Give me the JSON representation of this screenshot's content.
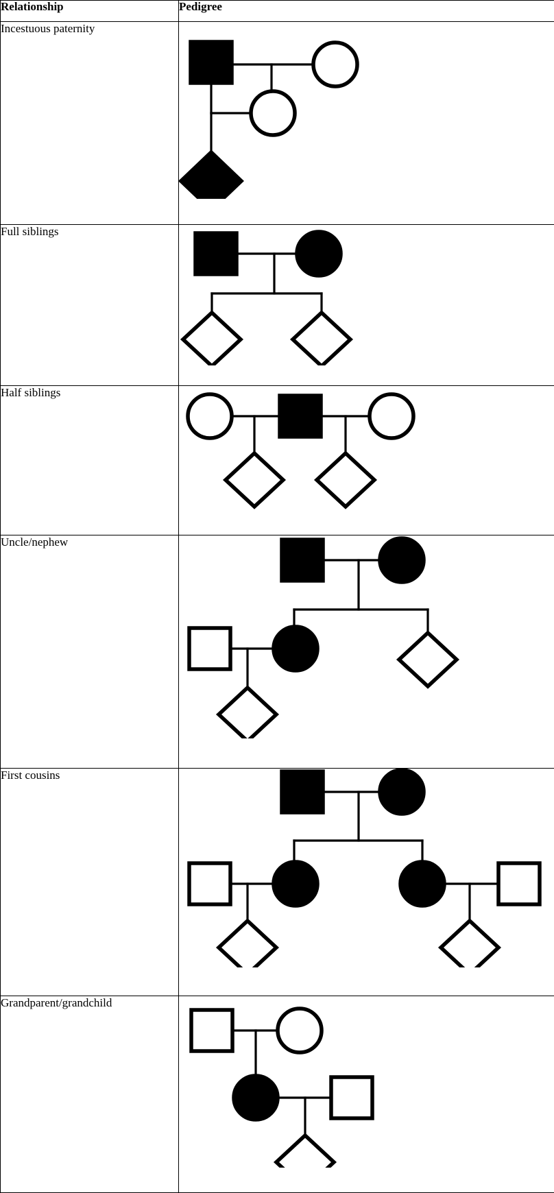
{
  "table": {
    "columns": [
      {
        "key": "relationship",
        "label": "Relationship"
      },
      {
        "key": "pedigree",
        "label": "Pedigree"
      }
    ],
    "rows": [
      {
        "relationship": "Incestuous paternity",
        "pedigree_id": "incestuous-paternity-pedigree"
      },
      {
        "relationship": "Full siblings",
        "pedigree_id": "full-siblings-pedigree"
      },
      {
        "relationship": "Half siblings",
        "pedigree_id": "half-siblings-pedigree"
      },
      {
        "relationship": "Uncle/nephew",
        "pedigree_id": "uncle-nephew-pedigree"
      },
      {
        "relationship": "First cousins",
        "pedigree_id": "first-cousins-pedigree"
      },
      {
        "relationship": "Grandparent/grandchild",
        "pedigree_id": "grandparent-grandchild-pedigree"
      }
    ]
  },
  "legend": {
    "square": "male",
    "circle": "female",
    "diamond": "unspecified-sex",
    "filled": "tested-individual",
    "open": "untested-individual"
  },
  "colors": {
    "ink": "#000000",
    "paper": "#ffffff",
    "rule": "#000000"
  },
  "pedigrees": {
    "incestuous-paternity-pedigree": {
      "symbols": [
        {
          "name": "father-filled-square",
          "shape": "square",
          "fill": "filled"
        },
        {
          "name": "mother-open-circle",
          "shape": "circle",
          "fill": "open"
        },
        {
          "name": "daughter-open-circle",
          "shape": "circle",
          "fill": "open"
        },
        {
          "name": "child-filled-diamond",
          "shape": "diamond",
          "fill": "filled"
        }
      ]
    },
    "full-siblings-pedigree": {
      "symbols": [
        {
          "name": "father-filled-square",
          "shape": "square",
          "fill": "filled"
        },
        {
          "name": "mother-filled-circle",
          "shape": "circle",
          "fill": "filled"
        },
        {
          "name": "sibling-1-open-diamond",
          "shape": "diamond",
          "fill": "open"
        },
        {
          "name": "sibling-2-open-diamond",
          "shape": "diamond",
          "fill": "open"
        }
      ]
    },
    "half-siblings-pedigree": {
      "symbols": [
        {
          "name": "mother-1-open-circle",
          "shape": "circle",
          "fill": "open"
        },
        {
          "name": "shared-father-filled-square",
          "shape": "square",
          "fill": "filled"
        },
        {
          "name": "mother-2-open-circle",
          "shape": "circle",
          "fill": "open"
        },
        {
          "name": "half-sibling-1-open-diamond",
          "shape": "diamond",
          "fill": "open"
        },
        {
          "name": "half-sibling-2-open-diamond",
          "shape": "diamond",
          "fill": "open"
        }
      ]
    },
    "uncle-nephew-pedigree": {
      "symbols": [
        {
          "name": "grandfather-filled-square",
          "shape": "square",
          "fill": "filled"
        },
        {
          "name": "grandmother-filled-circle",
          "shape": "circle",
          "fill": "filled"
        },
        {
          "name": "spouse-open-square",
          "shape": "square",
          "fill": "open"
        },
        {
          "name": "mother-filled-circle",
          "shape": "circle",
          "fill": "filled"
        },
        {
          "name": "uncle-open-diamond",
          "shape": "diamond",
          "fill": "open"
        },
        {
          "name": "nephew-open-diamond",
          "shape": "diamond",
          "fill": "open"
        }
      ]
    },
    "first-cousins-pedigree": {
      "symbols": [
        {
          "name": "grandfather-filled-square",
          "shape": "square",
          "fill": "filled"
        },
        {
          "name": "grandmother-filled-circle",
          "shape": "circle",
          "fill": "filled"
        },
        {
          "name": "spouse-left-open-square",
          "shape": "square",
          "fill": "open"
        },
        {
          "name": "daughter-left-filled-circle",
          "shape": "circle",
          "fill": "filled"
        },
        {
          "name": "daughter-right-filled-circle",
          "shape": "circle",
          "fill": "filled"
        },
        {
          "name": "spouse-right-open-square",
          "shape": "square",
          "fill": "open"
        },
        {
          "name": "cousin-left-open-diamond",
          "shape": "diamond",
          "fill": "open"
        },
        {
          "name": "cousin-right-open-diamond",
          "shape": "diamond",
          "fill": "open"
        }
      ]
    },
    "grandparent-grandchild-pedigree": {
      "symbols": [
        {
          "name": "grandfather-open-square",
          "shape": "square",
          "fill": "open"
        },
        {
          "name": "grandmother-open-circle",
          "shape": "circle",
          "fill": "open"
        },
        {
          "name": "mother-filled-circle",
          "shape": "circle",
          "fill": "filled"
        },
        {
          "name": "father-open-square",
          "shape": "square",
          "fill": "open"
        },
        {
          "name": "grandchild-open-diamond",
          "shape": "diamond",
          "fill": "open"
        }
      ]
    }
  }
}
